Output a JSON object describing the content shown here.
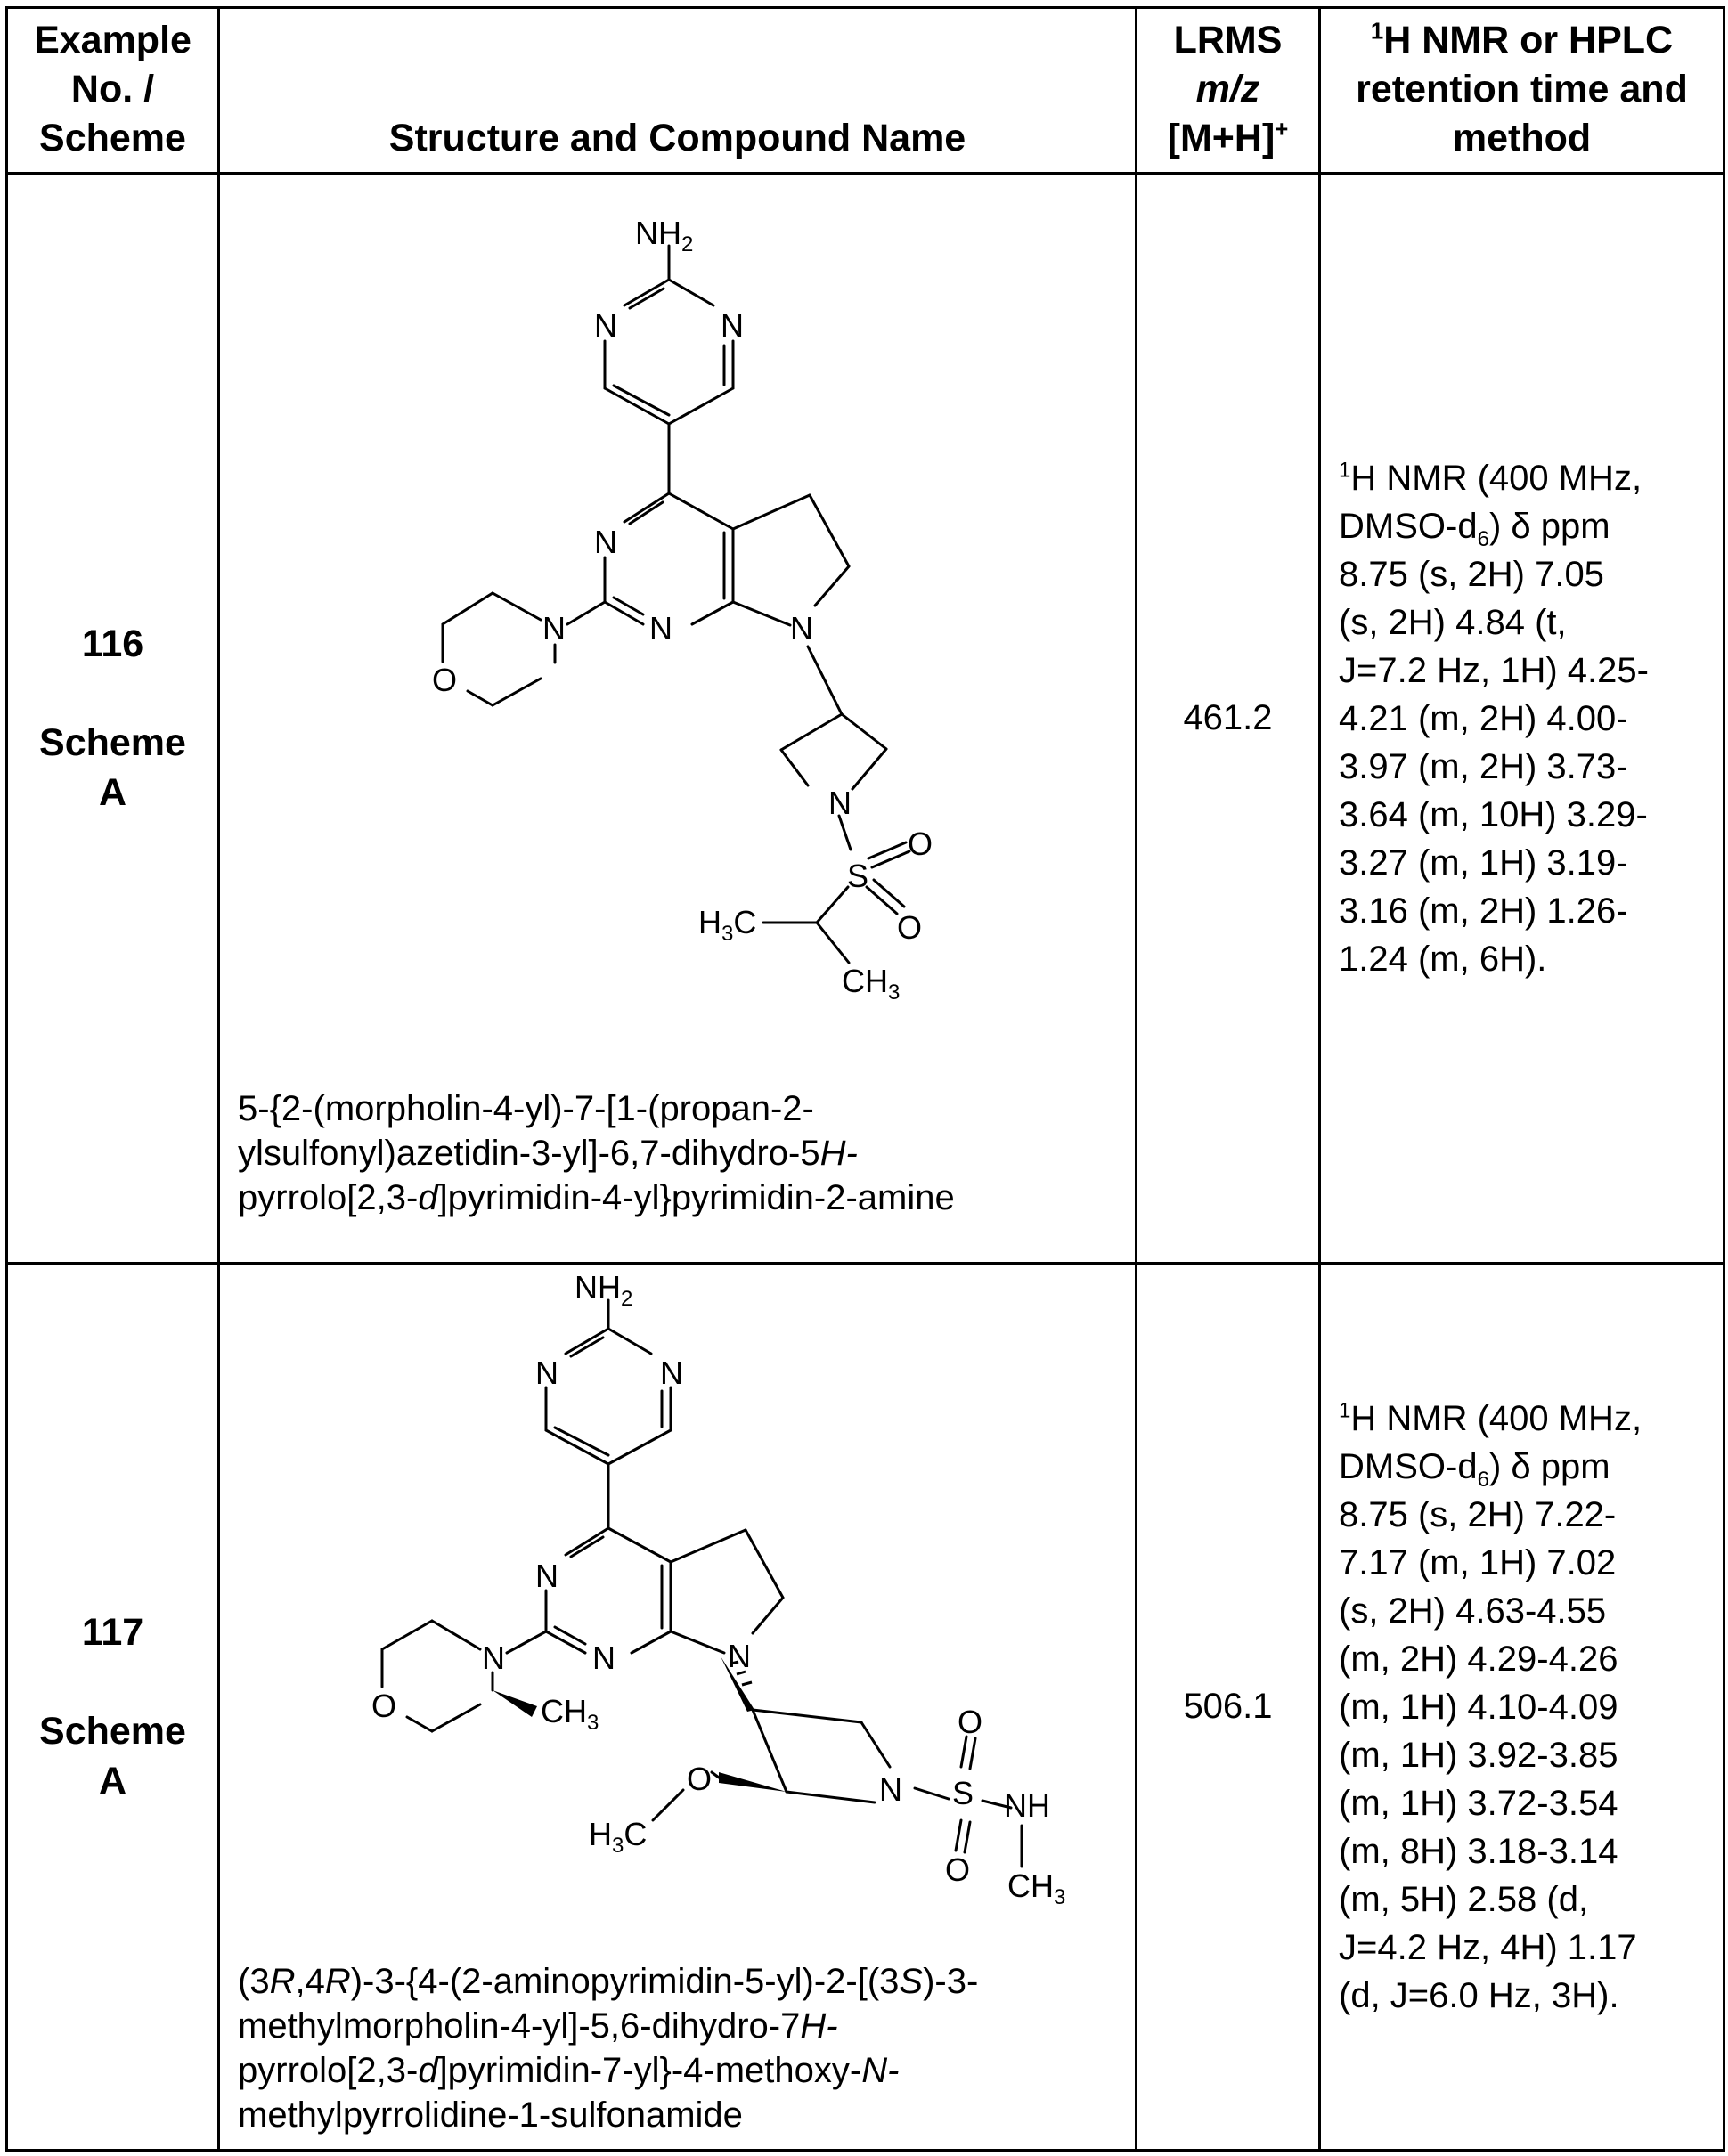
{
  "header": {
    "col1": [
      "Example",
      "No. /",
      "Scheme"
    ],
    "col2": "Structure and Compound Name",
    "col3_line1": "LRMS",
    "col3_line2": "m/z",
    "col3_line3a": "[M+H]",
    "col3_line3sup": "+",
    "col4_sup": "1",
    "col4_line1": "H NMR or HPLC",
    "col4_line2": "retention time and",
    "col4_line3": "method"
  },
  "rows": [
    {
      "example": "116",
      "scheme": [
        "Scheme",
        "A"
      ],
      "mass": "461.2",
      "name_lines": [
        "5-{2-(morpholin-4-yl)-7-[1-(propan-2-",
        "ylsulfonyl)azetidin-3-yl]-6,7-dihydro-5",
        "pyrrolo[2,3-",
        "]pyrimidin-4-yl}pyrimidin-2-amine"
      ],
      "name_italics": [
        "H-",
        "d"
      ],
      "nmr_sup": "1",
      "nmr_line1": "H NMR (400 MHz,",
      "nmr_line2a": "DMSO-d",
      "nmr_line2sub": "6",
      "nmr_line2b": ") δ ppm",
      "nmr_rest": [
        "8.75 (s, 2H) 7.05",
        "(s, 2H) 4.84 (t,",
        "J=7.2 Hz, 1H) 4.25-",
        "4.21 (m, 2H) 4.00-",
        "3.97 (m, 2H) 3.73-",
        "3.64 (m, 10H) 3.29-",
        "3.27 (m, 1H) 3.19-",
        "3.16 (m, 2H) 1.26-",
        "1.24 (m, 6H)."
      ],
      "atoms": {
        "nh2": "NH",
        "nh2_sub": "2",
        "n": "N",
        "o": "O",
        "s": "S",
        "h3c": "H",
        "h3c_sub": "3",
        "h3c_c": "C",
        "ch3": "CH",
        "ch3_sub": "3"
      }
    },
    {
      "example": "117",
      "scheme": [
        "Scheme",
        "A"
      ],
      "mass": "506.1",
      "name_l1a": "(3",
      "name_l1b": "R",
      "name_l1c": ",4",
      "name_l1d": "R",
      "name_l1e": ")-3-{4-(2-aminopyrimidin-5-yl)-2-[(3",
      "name_l1f": "S",
      "name_l1g": ")-3-",
      "name_l2a": "methylmorpholin-4-yl]-5,6-dihydro-7",
      "name_l2b": "H-",
      "name_l3a": "pyrrolo[2,3-",
      "name_l3b": "d",
      "name_l3c": "]pyrimidin-7-yl}-4-methoxy-",
      "name_l3d": "N-",
      "name_l4": "methylpyrrolidine-1-sulfonamide",
      "nmr_sup": "1",
      "nmr_line1": "H NMR (400 MHz,",
      "nmr_line2a": "DMSO-d",
      "nmr_line2sub": "6",
      "nmr_line2b": ") δ ppm",
      "nmr_rest": [
        "8.75 (s, 2H) 7.22-",
        "7.17 (m, 1H) 7.02",
        "(s, 2H) 4.63-4.55",
        "(m, 2H) 4.29-4.26",
        "(m, 1H) 4.10-4.09",
        "(m, 1H) 3.92-3.85",
        "(m, 1H) 3.72-3.54",
        "(m, 8H) 3.18-3.14",
        "(m, 5H) 2.58 (d,",
        "J=4.2 Hz, 4H) 1.17",
        "(d, J=6.0 Hz, 3H)."
      ],
      "atoms": {
        "nh2": "NH",
        "nh2_sub": "2",
        "n": "N",
        "o": "O",
        "s": "S",
        "nh": "NH",
        "h3c": "H",
        "h3c_sub": "3",
        "h3c_c": "C",
        "ch3": "CH",
        "ch3_sub": "3"
      }
    }
  ]
}
